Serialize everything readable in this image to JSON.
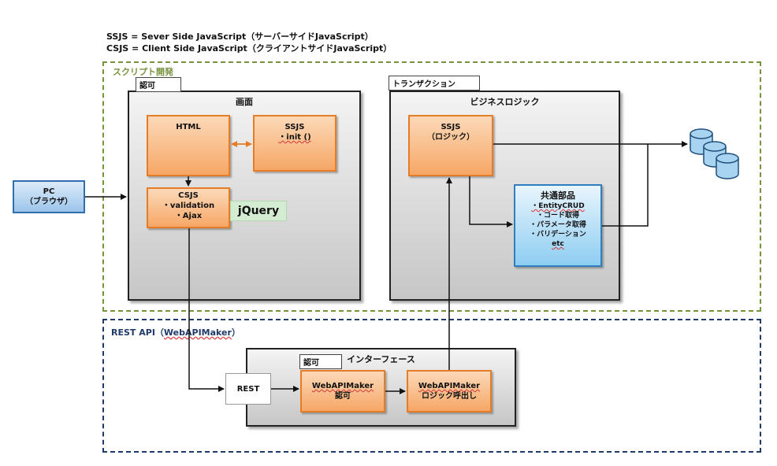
{
  "notes": {
    "ssjs": "SSJS = Sever Side JavaScript（サーバーサイドJavaScript）",
    "csjs": "CSJS = Client Side JavaScript（クライアントサイドJavaScript）"
  },
  "regions": {
    "script_dev": {
      "label": "スクリプト開発",
      "color": "#77933c"
    },
    "rest_api": {
      "label_prefix": "REST API（",
      "label_wavy": "WebAPIMaker",
      "label_suffix": "）",
      "color": "#1f3a68"
    }
  },
  "pc": {
    "line1": "PC",
    "line2": "（ブラウザ）"
  },
  "screen": {
    "tag": "認可",
    "title": "画面",
    "html": "HTML",
    "ssjs": {
      "title": "SSJS",
      "item": "・init ()"
    },
    "csjs": {
      "title": "CSJS",
      "item1": "・validation",
      "item2": "・Ajax"
    },
    "jquery": "jQuery"
  },
  "transaction": {
    "tag": "トランザクション",
    "title": "ビジネスロジック",
    "ssjs": {
      "title": "SSJS",
      "subtitle": "（ロジック）"
    },
    "common": {
      "title": "共通部品",
      "items": [
        "・EntityCRUD",
        "・コード取得",
        "・パラメータ取得",
        "・バリデーション",
        "etc"
      ]
    }
  },
  "interface": {
    "tag": "認可",
    "title": "インターフェース",
    "rest": "REST",
    "auth": {
      "title": "WebAPIMaker",
      "subtitle": "認可"
    },
    "logic": {
      "title": "WebAPIMaker",
      "subtitle": "ロジック呼出し"
    }
  },
  "colors": {
    "orange_border": "#e57d27",
    "blue_border": "#2f7ebf",
    "db_fill": "#a8d4f2"
  }
}
